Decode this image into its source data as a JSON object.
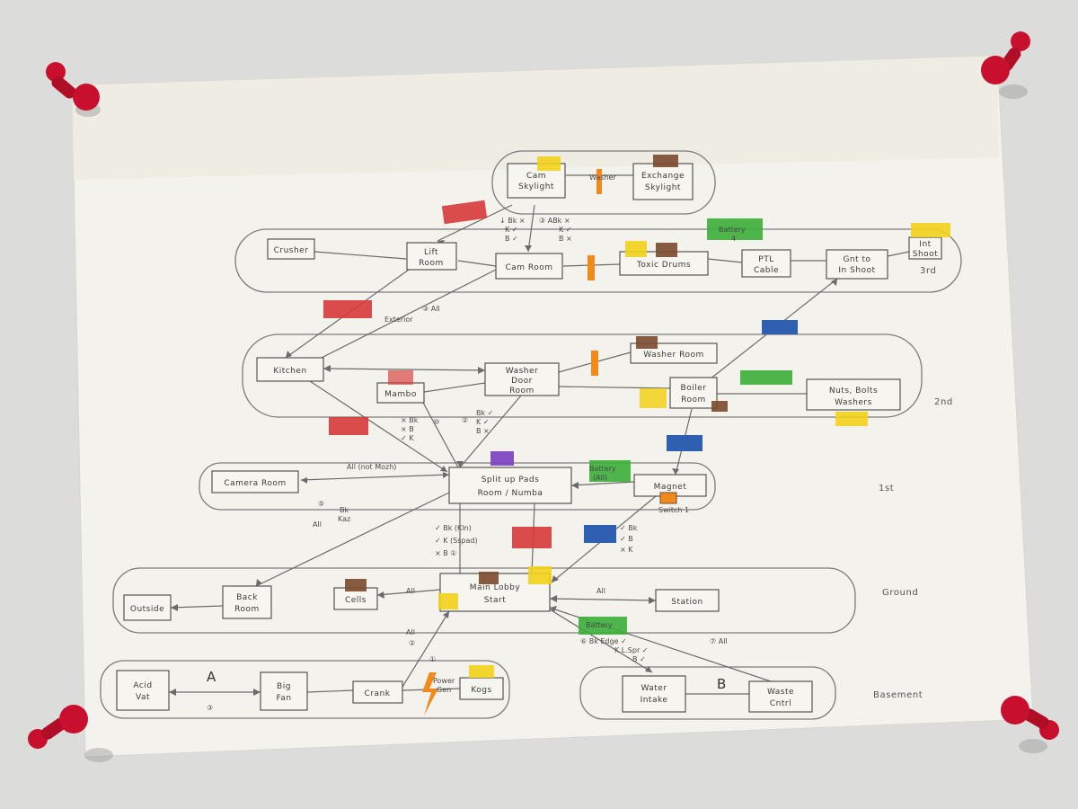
{
  "floors": {
    "third": "3rd",
    "second": "2nd",
    "first": "1st",
    "ground": "Ground",
    "basement": "Basement"
  },
  "rooms": {
    "cam_skylight": [
      "Cam",
      "Skylight"
    ],
    "exchange_skylight": [
      "Exchange",
      "Skylight"
    ],
    "crusher": [
      "Crusher"
    ],
    "lift_room": [
      "Lift",
      "Room"
    ],
    "cam_room": [
      "Cam Room"
    ],
    "toxic_drums": [
      "Toxic Drums"
    ],
    "ptl_cable": [
      "PTL",
      "Cable"
    ],
    "gnt_to_inshoot": [
      "Gnt to",
      "In Shoot"
    ],
    "int_shoot": [
      "Int",
      "Shoot"
    ],
    "kitchen": [
      "Kitchen"
    ],
    "mambo": [
      "Mambo"
    ],
    "washer_door_room": [
      "Washer",
      "Door",
      "Room"
    ],
    "washer_room": [
      "Washer Room"
    ],
    "boiler_room": [
      "Boiler",
      "Room"
    ],
    "nuts_bolts": [
      "Nuts, Bolts",
      "Washers"
    ],
    "camera_room": [
      "Camera Room"
    ],
    "split_room": [
      "Split up Pads",
      "Room / Numba"
    ],
    "magnet": [
      "Magnet"
    ],
    "outside": [
      "Outside"
    ],
    "back_room": [
      "Back",
      "Room"
    ],
    "cells": [
      "Cells"
    ],
    "main_lobby": [
      "Main Lobby",
      "Start"
    ],
    "station": [
      "Station"
    ],
    "acid_vat": [
      "Acid",
      "Vat"
    ],
    "big_fan": [
      "Big",
      "Fan"
    ],
    "crank": [
      "Crank"
    ],
    "kogs": [
      "Kogs"
    ],
    "water_intake": [
      "Water",
      "Intake"
    ],
    "waste_cntrl": [
      "Waste",
      "Cntrl"
    ]
  },
  "labels": {
    "washer": "Washer",
    "exterior": "Exterior",
    "all_3": "③ All",
    "all_not_mozh": "All (not Mozh)",
    "all": "All",
    "bk_k_b_left": [
      "↓ Bk ×",
      "K ✓",
      "B ✓"
    ],
    "abk_right": [
      "③ ABk ×",
      "K ✓",
      "B ×"
    ],
    "bk_b_k_mid": [
      "× Bk",
      "× B",
      "✓ K"
    ],
    "bk_k_b_mid2": [
      "Bk ✓",
      "K ✓",
      "B ×"
    ],
    "switch_1": "Switch 1",
    "battery_4": [
      "Battery",
      "4"
    ],
    "battery_all": [
      "Battery",
      "(All)"
    ],
    "bk_kaz": [
      "Bk",
      "Kaz"
    ],
    "lobby_up": [
      "✓ Bk (Kln)",
      "✓ K (Sspad)",
      "× B   ①"
    ],
    "blue_bk": [
      "✓ Bk",
      "✓ B",
      "× K"
    ],
    "battery": "Battery",
    "water_notes": [
      "⑥ Bk Edge ✓",
      "K L.Spr ✓",
      "B ✓"
    ],
    "all_7": "⑦ All",
    "all_2": [
      "All",
      "②"
    ],
    "circle_5": "⑤",
    "circle_10": "⑩",
    "circle_1": "①",
    "circle_2": "②",
    "circle_3": "③",
    "power_gen": [
      "Power",
      "Gen"
    ],
    "letter_a": "A",
    "letter_b": "B"
  },
  "colors": {
    "background": "#dcdcdb",
    "paper": "#f4f2ec",
    "pencil": "#6b6b6b",
    "red": "#d63a3a",
    "yellow": "#f2d21b",
    "brown": "#7a4a2e",
    "green": "#3cae3a",
    "blue": "#2e5fb0",
    "orange": "#f08a1c",
    "purple": "#7a3fc2",
    "pin": "#c8102e"
  }
}
